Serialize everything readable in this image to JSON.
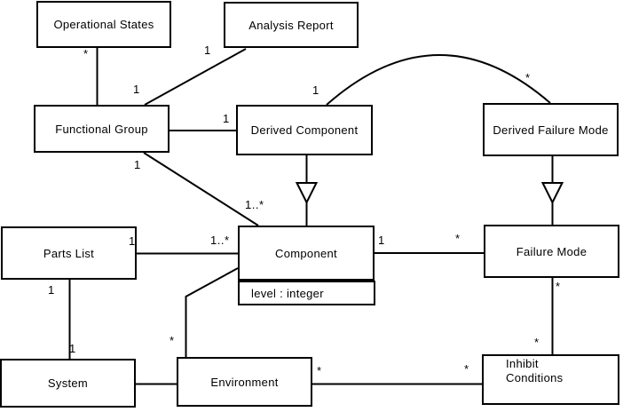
{
  "diagram": {
    "kind": "uml-class-diagram",
    "background_color": "#ffffff",
    "line_color": "#000000",
    "nodes": {
      "operational_states": {
        "label": "Operational States"
      },
      "analysis_report": {
        "label": "Analysis Report"
      },
      "functional_group": {
        "label": "Functional Group"
      },
      "derived_component": {
        "label": "Derived Component"
      },
      "derived_failure_mode": {
        "label": "Derived Failure Mode"
      },
      "parts_list": {
        "label": "Parts List"
      },
      "component": {
        "label": "Component",
        "attribute": "level : integer"
      },
      "failure_mode": {
        "label": "Failure Mode"
      },
      "system": {
        "label": "System"
      },
      "environment": {
        "label": "Environment"
      },
      "inhibit_conditions": {
        "label_line1": "Inhibit",
        "label_line2": "Conditions"
      }
    },
    "multiplicities": {
      "os_fg_star": "*",
      "os_fg_one": "1",
      "ar_fg_one": "1",
      "fg_dc_one": "1",
      "dc_dfm_one": "1",
      "dc_dfm_star": "*",
      "fg_comp_one": "1",
      "fg_comp_many": "1..*",
      "pl_comp_one": "1",
      "pl_comp_many": "1..*",
      "comp_fm_one": "1",
      "comp_fm_star": "*",
      "pl_sys_top_one": "1",
      "pl_sys_bottom_one": "1",
      "comp_env_star": "*",
      "fm_ic_top_star": "*",
      "fm_ic_bottom_star": "*",
      "env_ic_left_star": "*",
      "env_ic_right_star": "*"
    }
  }
}
